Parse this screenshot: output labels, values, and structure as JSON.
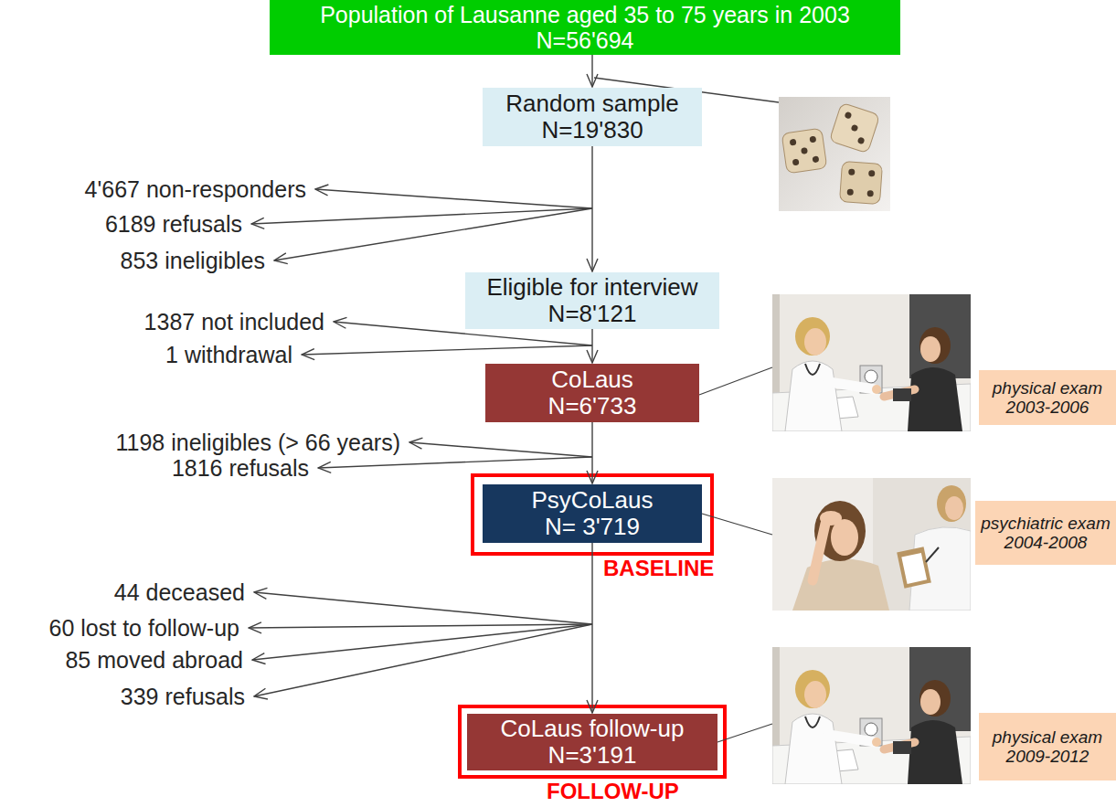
{
  "diagram": {
    "nodes": [
      {
        "text": [
          "Population of Lausanne aged 35 to 75 years in 2003",
          "N=56'694"
        ]
      },
      {
        "text": [
          "Random sample",
          "N=19'830"
        ]
      },
      {
        "text": [
          "Eligible for interview",
          "N=8'121"
        ]
      },
      {
        "text": [
          "CoLaus",
          "N=6'733"
        ]
      },
      {
        "text": [
          "physical exam 2003-2006"
        ]
      },
      {
        "text": [
          "PsyCoLaus",
          "N= 3'719"
        ]
      },
      {
        "text": [
          "psychiatric exam 2004-2008"
        ]
      },
      {
        "text": [
          "CoLaus follow-up",
          "N=3'191"
        ]
      },
      {
        "text": [
          "physical exam 2009-2012"
        ]
      }
    ],
    "edges": [
      {
        "from": 0,
        "to": 1,
        "arrow": "to"
      },
      {
        "from": 1,
        "to": 2,
        "arrow": "to"
      },
      {
        "from": 2,
        "to": 3,
        "arrow": "to"
      },
      {
        "from": 3,
        "to": 5,
        "arrow": "to"
      },
      {
        "from": 5,
        "to": 7,
        "arrow": "to"
      }
    ],
    "labels": [
      "4'667 non-responders",
      "6189 refusals",
      "853 ineligibles",
      "1387 not included",
      "1 withdrawal",
      "1198 ineligibles (> 66 years)",
      "1816 refusals",
      "BASELINE",
      "44 deceased",
      "60 lost to follow-up",
      "85 moved abroad",
      "339 refusals",
      "FOLLOW-UP"
    ]
  }
}
